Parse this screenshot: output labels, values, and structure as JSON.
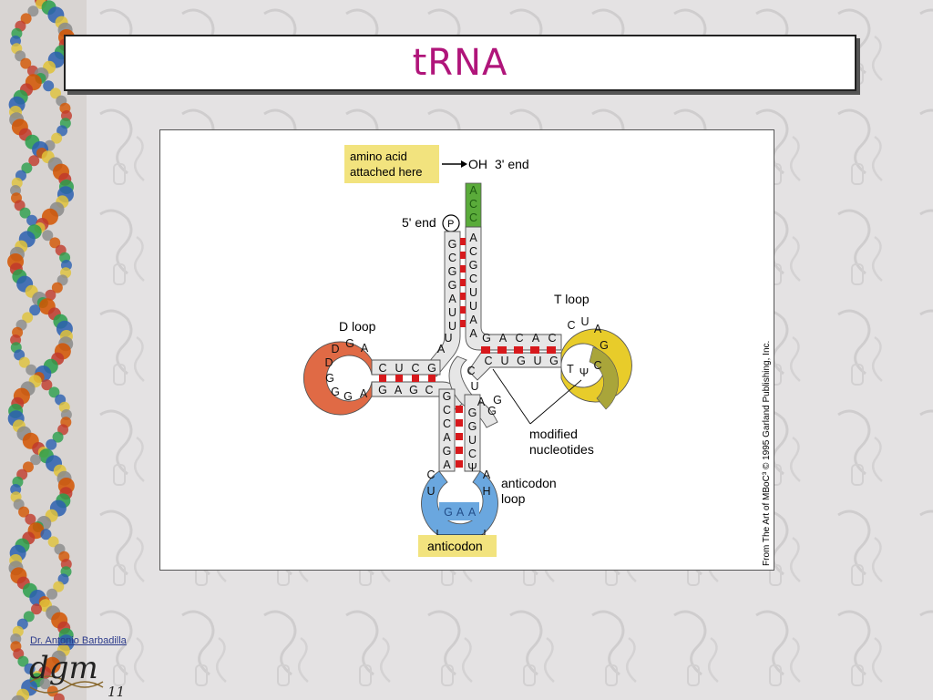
{
  "slide": {
    "title": "tRNA",
    "author": "Dr. Antonio Barbadilla",
    "page_number": "11",
    "logo_text": "dgm"
  },
  "figure": {
    "amino_acid_label_1": "amino acid",
    "amino_acid_label_2": "attached here",
    "oh_label": "OH",
    "three_end_label": "3' end",
    "five_end_label": "5' end",
    "phosphate_label": "P",
    "d_loop_label": "D loop",
    "t_loop_label": "T loop",
    "anticodon_loop_label_1": "anticodon",
    "anticodon_loop_label_2": "loop",
    "modified_label_1": "modified",
    "modified_label_2": "nucleotides",
    "anticodon_label": "anticodon",
    "credit": "From The Art of MBoC³ © 1995 Garland Publishing, Inc.",
    "acc": [
      "A",
      "C",
      "C"
    ],
    "acceptor_right": [
      "A",
      "C",
      "G",
      "C",
      "U",
      "U",
      "A",
      "A"
    ],
    "acceptor_left": [
      "G",
      "C",
      "G",
      "G",
      "A",
      "U",
      "U"
    ],
    "left_junction": [
      "U",
      "A"
    ],
    "d_stem_top": [
      "C",
      "U",
      "C",
      "G"
    ],
    "d_stem_bottom": [
      "G",
      "A",
      "G",
      "C"
    ],
    "d_loop_nts": [
      "A",
      "G",
      "D",
      "D",
      "G",
      "G",
      "G",
      "A"
    ],
    "t_stem_top": [
      "G",
      "A",
      "C",
      "A",
      "C"
    ],
    "t_stem_bottom": [
      "C",
      "U",
      "G",
      "U",
      "G"
    ],
    "t_loop_nts": [
      "C",
      "U",
      "A",
      "G",
      "C",
      "Ψ",
      "T"
    ],
    "variable_nts": [
      "C",
      "U",
      "A",
      "G",
      "G"
    ],
    "ac_stem_left": [
      "G",
      "C",
      "C",
      "A",
      "G",
      "A"
    ],
    "ac_stem_right": [
      "G",
      "G",
      "U",
      "C",
      "Ψ"
    ],
    "ac_loop_left": [
      "C",
      "U"
    ],
    "ac_loop_right": [
      "A",
      "H"
    ],
    "anticodon_nts": [
      "G",
      "A",
      "A"
    ],
    "colors": {
      "acc": "#5aab3a",
      "d_loop": "#e06a45",
      "t_loop": "#e8cc2a",
      "t_loop_dark": "#a9a53a",
      "anticodon_loop": "#6aa7df",
      "label_box": "#f2e37e",
      "pairs": "#d7191c",
      "backbone": "#d9d9d9",
      "title": "#b0157a"
    }
  }
}
